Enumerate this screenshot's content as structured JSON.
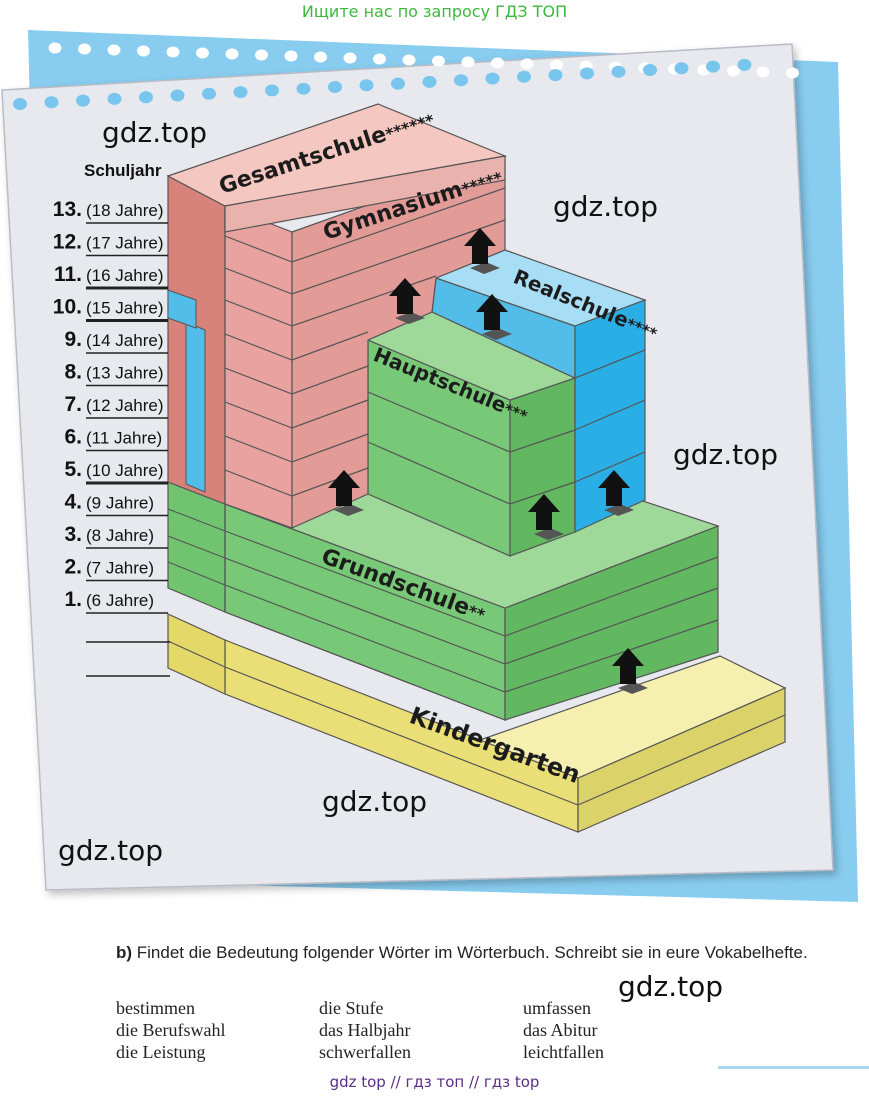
{
  "banner": "Ищите нас по запросу ГДЗ ТОП",
  "diagram": {
    "axis_title": "Schuljahr",
    "years": [
      {
        "num": "13.",
        "age": "(18 Jahre)"
      },
      {
        "num": "12.",
        "age": "(17 Jahre)"
      },
      {
        "num": "11.",
        "age": "(16 Jahre)"
      },
      {
        "num": "10.",
        "age": "(15 Jahre)"
      },
      {
        "num": "9.",
        "age": "(14 Jahre)"
      },
      {
        "num": "8.",
        "age": "(13 Jahre)"
      },
      {
        "num": "7.",
        "age": "(12 Jahre)"
      },
      {
        "num": "6.",
        "age": "(11 Jahre)"
      },
      {
        "num": "5.",
        "age": "(10 Jahre)"
      },
      {
        "num": "4.",
        "age": "(9 Jahre)"
      },
      {
        "num": "3.",
        "age": "(8 Jahre)"
      },
      {
        "num": "2.",
        "age": "(7 Jahre)"
      },
      {
        "num": "1.",
        "age": "(6 Jahre)"
      }
    ],
    "blocks": {
      "gesamtschule": "Gesamtschule",
      "gesamtschule_stars": "******",
      "gymnasium": "Gymnasium",
      "gymnasium_stars": "*****",
      "realschule": "Realschule",
      "realschule_stars": "****",
      "hauptschule": "Hauptschule",
      "hauptschule_stars": "***",
      "grundschule": "Grundschule",
      "grundschule_stars": "**",
      "kindergarten": "Kindergarten"
    },
    "colors": {
      "pink": "#e8a3a0",
      "pink_top": "#f4c7c0",
      "pink_side": "#d88580",
      "green": "#79c978",
      "green_top": "#9fd99a",
      "green_side": "#62b761",
      "blue": "#52bde9",
      "blue_side": "#2aaee6",
      "yellow": "#efe58c",
      "yellow_top": "#f5f0b0",
      "yellow_side": "#dcd26a"
    }
  },
  "watermarks": [
    "gdz.top",
    "gdz.top",
    "gdz.top",
    "gdz.top",
    "gdz.top",
    "gdz.top"
  ],
  "task": {
    "label": "b)",
    "text": " Findet die Bedeutung folgender Wörter im Wörterbuch. Schreibt sie in eure Vokabelhefte."
  },
  "vocab": {
    "col1": [
      "bestimmen",
      "die Berufswahl",
      "die Leistung"
    ],
    "col2": [
      "die Stufe",
      "das Halbjahr",
      "schwerfallen"
    ],
    "col3": [
      "umfassen",
      "das Abitur",
      "leichtfallen"
    ]
  },
  "footer": "gdz top  //  гдз топ  //  гдз top"
}
